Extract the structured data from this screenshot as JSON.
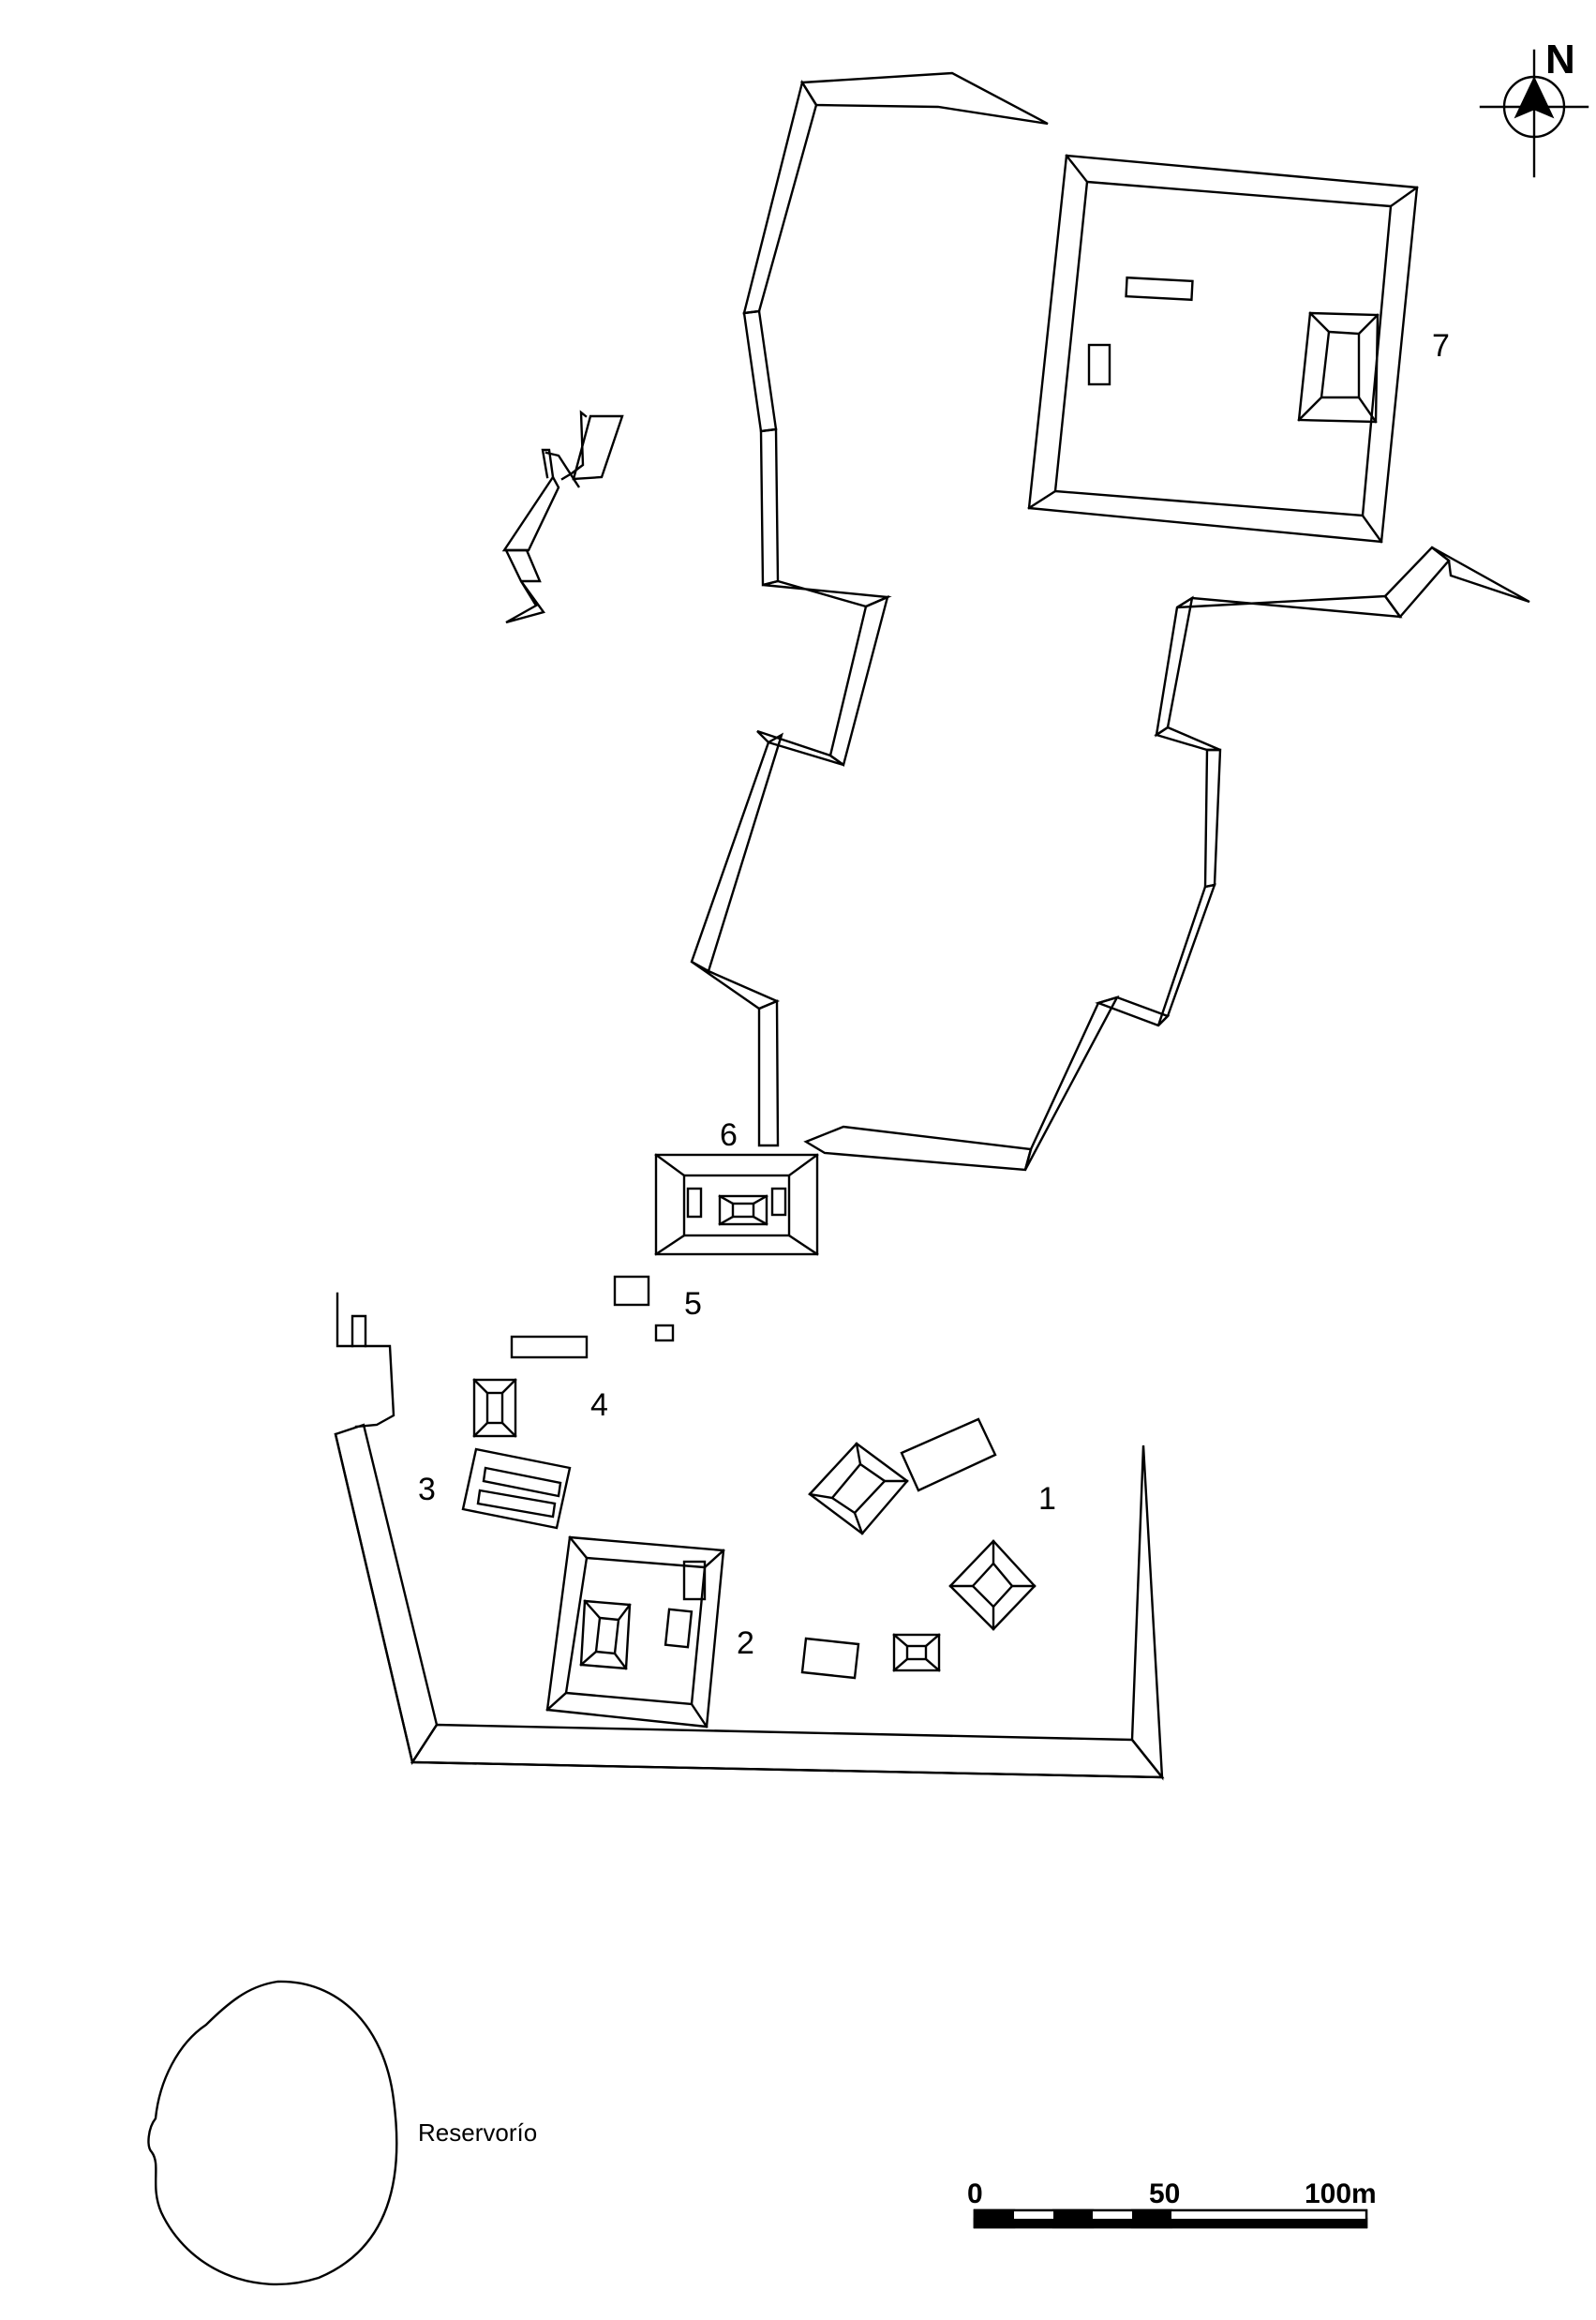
{
  "north_label": "N",
  "structure_labels": {
    "s1": "1",
    "s2": "2",
    "s3": "3",
    "s4": "4",
    "s5": "5",
    "s6": "6",
    "s7": "7"
  },
  "reservoir_label": "Reservorío",
  "scale": {
    "label_0": "0",
    "label_50": "50",
    "label_100": "100m"
  }
}
